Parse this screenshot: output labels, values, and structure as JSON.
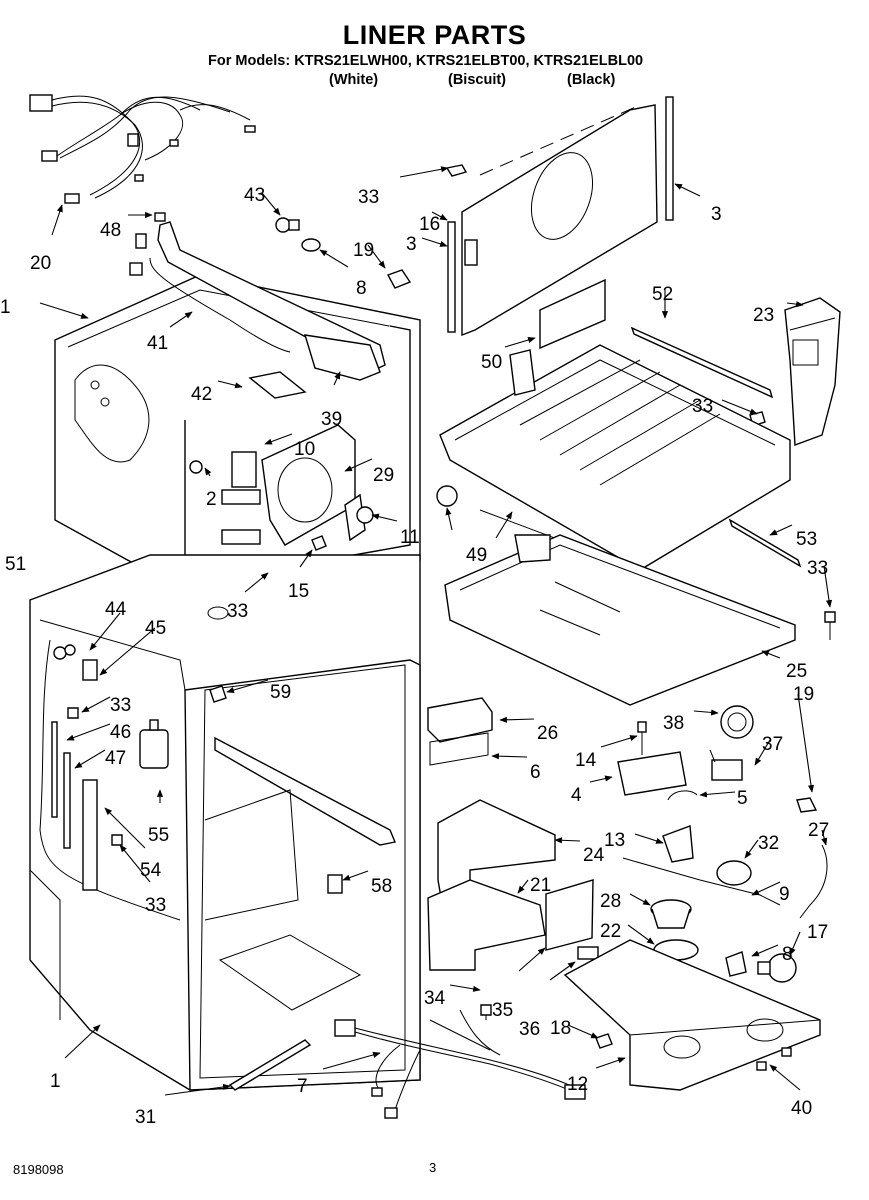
{
  "header": {
    "title": "LINER PARTS",
    "models_line": "For Models: KTRS21ELWH00, KTRS21ELBT00, KTRS21ELBL00",
    "variants": [
      "(White)",
      "(Biscuit)",
      "(Black)"
    ]
  },
  "footer": {
    "document_number": "8198098",
    "page_number": "3"
  },
  "diagram": {
    "callouts": [
      {
        "label": "20",
        "part": "wire-harness-upper"
      },
      {
        "label": "48",
        "part": "clip"
      },
      {
        "label": "43",
        "part": "light-bulb"
      },
      {
        "label": "19",
        "part": "switch"
      },
      {
        "label": "8",
        "part": "light-socket"
      },
      {
        "label": "1",
        "part": "liner"
      },
      {
        "label": "41",
        "part": "wire-harness"
      },
      {
        "label": "42",
        "part": "bracket"
      },
      {
        "label": "39",
        "part": "light-housing"
      },
      {
        "label": "10",
        "part": "valve"
      },
      {
        "label": "29",
        "part": "fan-bracket"
      },
      {
        "label": "2",
        "part": "grommet"
      },
      {
        "label": "11",
        "part": "fan-blade"
      },
      {
        "label": "15",
        "part": "screw"
      },
      {
        "label": "33",
        "part": "screw"
      },
      {
        "label": "33",
        "part": "screw"
      },
      {
        "label": "16",
        "part": "panel"
      },
      {
        "label": "3",
        "part": "seal-strip"
      },
      {
        "label": "3",
        "part": "seal-strip"
      },
      {
        "label": "52",
        "part": "rail"
      },
      {
        "label": "23",
        "part": "duct"
      },
      {
        "label": "50",
        "part": "cover"
      },
      {
        "label": "33",
        "part": "screw"
      },
      {
        "label": "51",
        "part": "roller"
      },
      {
        "label": "49",
        "part": "pan"
      },
      {
        "label": "53",
        "part": "rail"
      },
      {
        "label": "33",
        "part": "screw"
      },
      {
        "label": "25",
        "part": "shelf"
      },
      {
        "label": "44",
        "part": "clamp"
      },
      {
        "label": "45",
        "part": "shield"
      },
      {
        "label": "33",
        "part": "screw"
      },
      {
        "label": "46",
        "part": "tube"
      },
      {
        "label": "47",
        "part": "tube"
      },
      {
        "label": "55",
        "part": "filter"
      },
      {
        "label": "54",
        "part": "channel"
      },
      {
        "label": "33",
        "part": "screw"
      },
      {
        "label": "59",
        "part": "hinge"
      },
      {
        "label": "58",
        "part": "plug"
      },
      {
        "label": "26",
        "part": "control-housing"
      },
      {
        "label": "6",
        "part": "gasket"
      },
      {
        "label": "19",
        "part": "switch"
      },
      {
        "label": "38",
        "part": "gear"
      },
      {
        "label": "37",
        "part": "damper"
      },
      {
        "label": "14",
        "part": "screw"
      },
      {
        "label": "4",
        "part": "control-board"
      },
      {
        "label": "5",
        "part": "tube"
      },
      {
        "label": "27",
        "part": "tube"
      },
      {
        "label": "13",
        "part": "thermostat"
      },
      {
        "label": "32",
        "part": "knob"
      },
      {
        "label": "24",
        "part": "housing"
      },
      {
        "label": "9",
        "part": "harness"
      },
      {
        "label": "21",
        "part": "cover"
      },
      {
        "label": "28",
        "part": "knob"
      },
      {
        "label": "17",
        "part": "bulb"
      },
      {
        "label": "22",
        "part": "dial"
      },
      {
        "label": "8",
        "part": "socket"
      },
      {
        "label": "34",
        "part": "screw"
      },
      {
        "label": "35",
        "part": "panel"
      },
      {
        "label": "36",
        "part": "label"
      },
      {
        "label": "18",
        "part": "bulb"
      },
      {
        "label": "12",
        "part": "control-housing"
      },
      {
        "label": "40",
        "part": "bumper"
      },
      {
        "label": "1",
        "part": "liner"
      },
      {
        "label": "7",
        "part": "wire-harness"
      },
      {
        "label": "31",
        "part": "tube"
      }
    ]
  }
}
